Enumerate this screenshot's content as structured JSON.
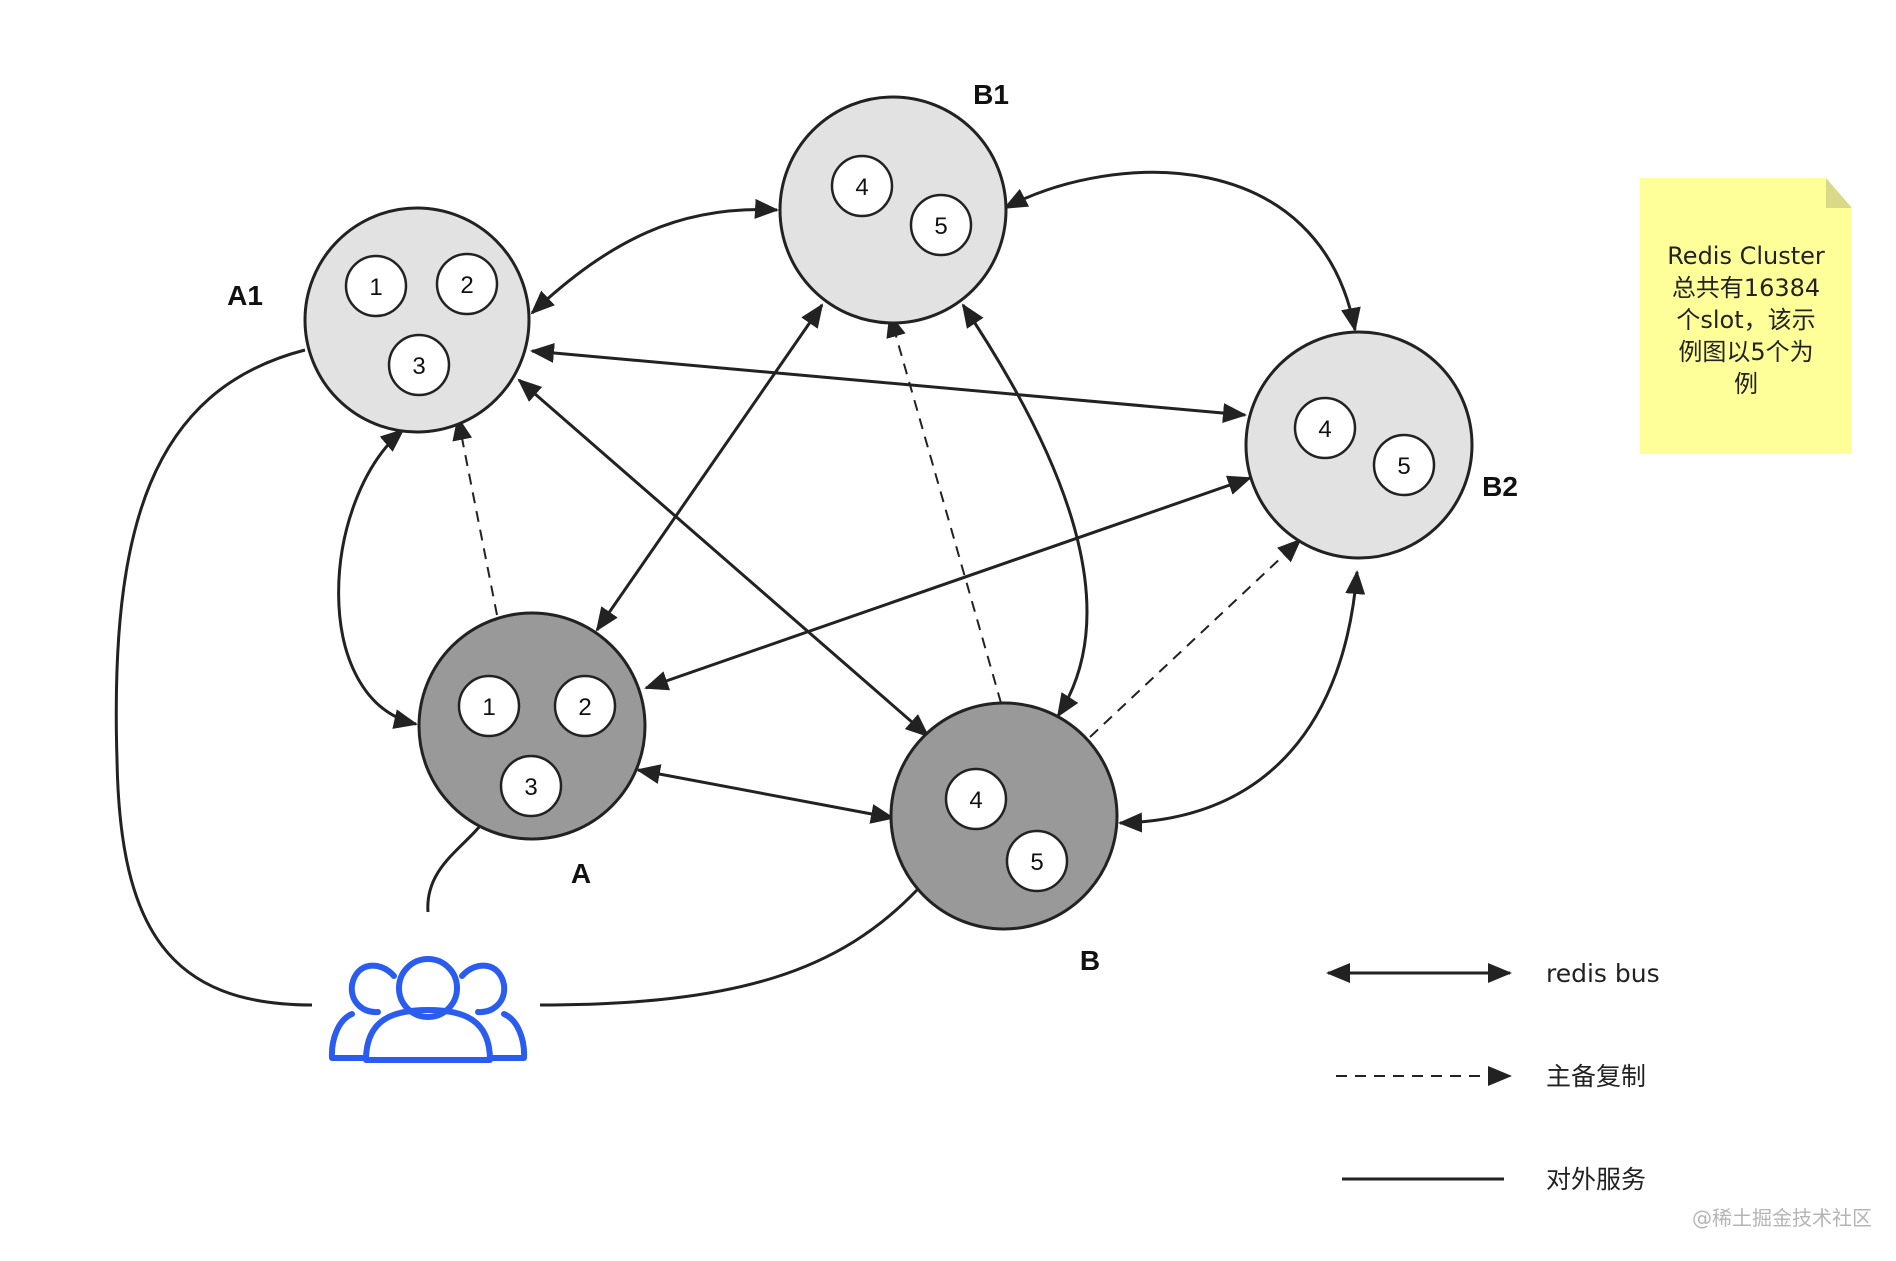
{
  "nodes": {
    "A1": {
      "label": "A1",
      "slots": [
        "1",
        "2",
        "3"
      ],
      "role": "replica"
    },
    "A": {
      "label": "A",
      "slots": [
        "1",
        "2",
        "3"
      ],
      "role": "master"
    },
    "B1": {
      "label": "B1",
      "slots": [
        "4",
        "5"
      ],
      "role": "replica"
    },
    "B2": {
      "label": "B2",
      "slots": [
        "4",
        "5"
      ],
      "role": "replica"
    },
    "B": {
      "label": "B",
      "slots": [
        "4",
        "5"
      ],
      "role": "master"
    }
  },
  "note": {
    "text": "Redis Cluster\n总共有16384\n个slot，该示\n例图以5个为\n例"
  },
  "legend": {
    "bus": "redis bus",
    "replication": "主备复制",
    "service": "对外服务"
  },
  "client_icon": "users-icon",
  "watermark": "@稀土掘金技术社区",
  "colors": {
    "replica_fill": "#e2e2e2",
    "master_fill": "#999999",
    "stroke": "#222222",
    "client_icon": "#2b5cf0",
    "note_fill": "#ffff99"
  }
}
